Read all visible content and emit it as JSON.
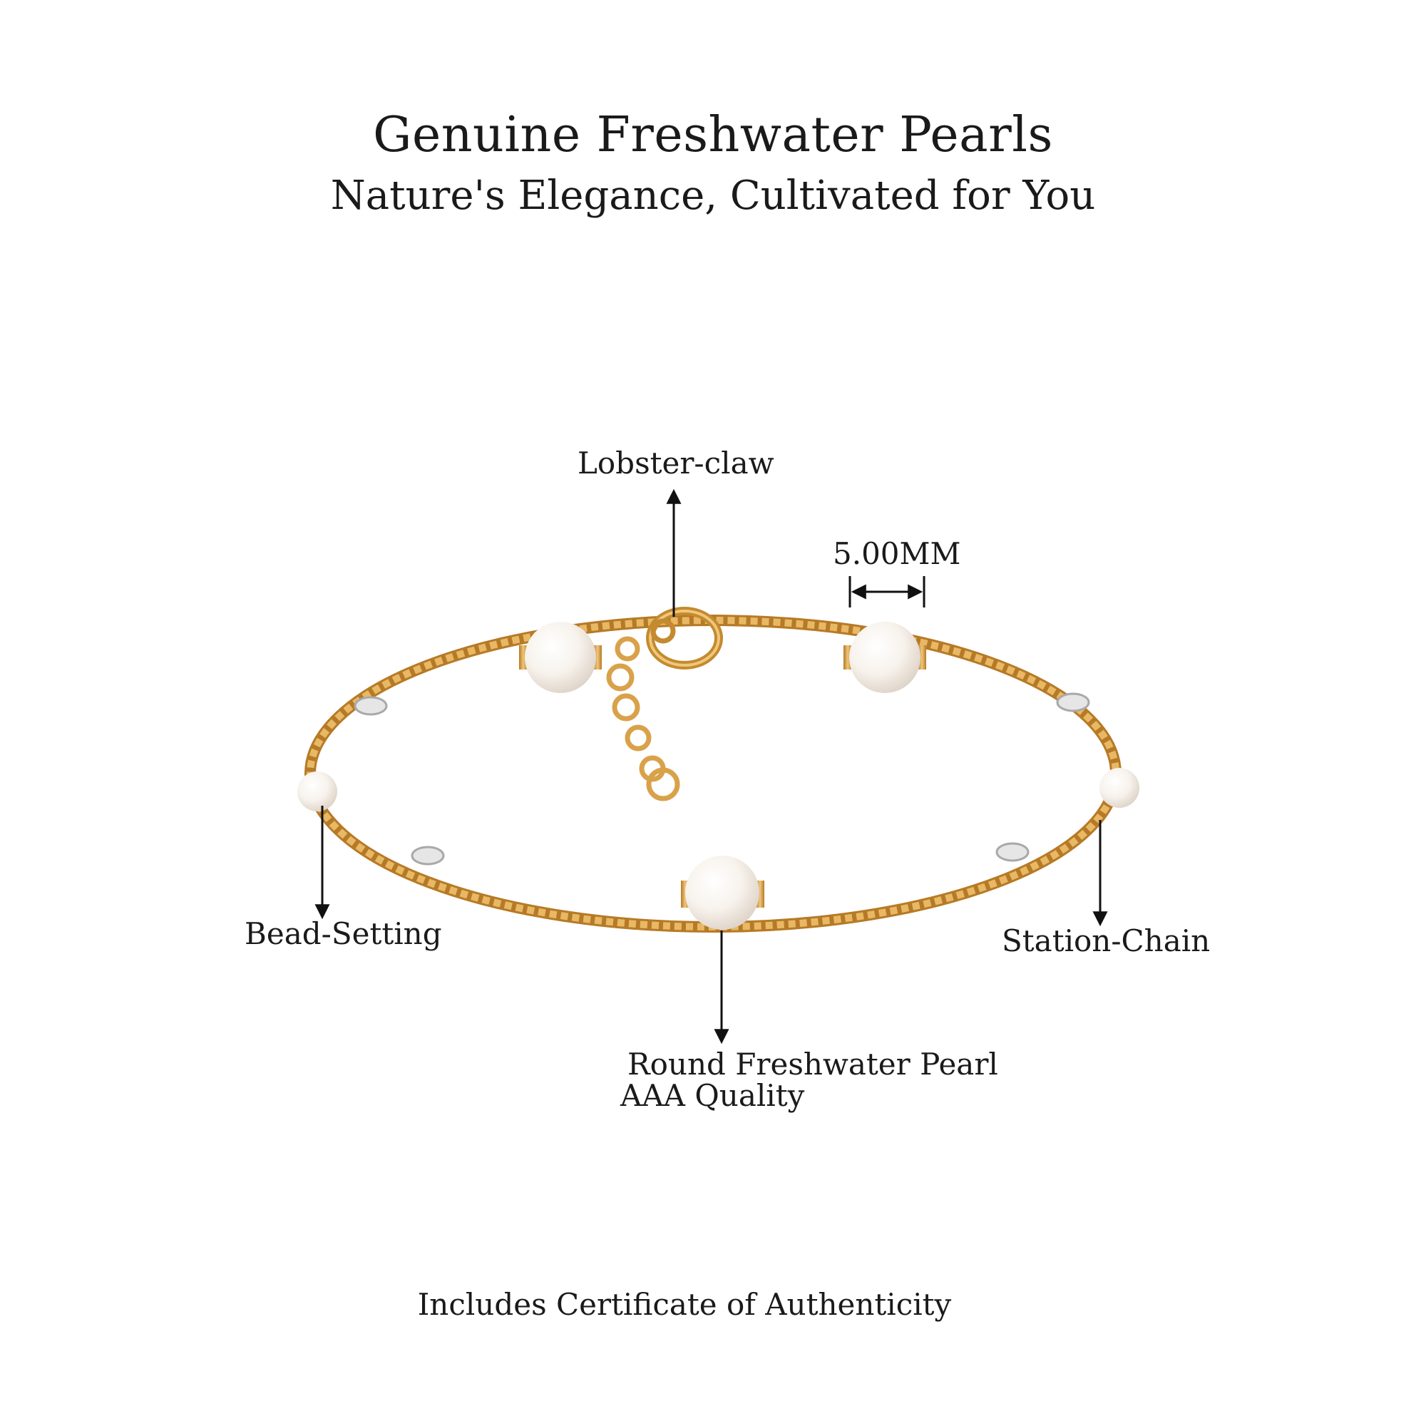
{
  "header": {
    "title": "Genuine Freshwater Pearls",
    "subtitle": "Nature's Elegance, Cultivated for You"
  },
  "annotations": {
    "clasp": "Lobster-claw",
    "pearl_size": "5.00MM",
    "setting": "Bead-Setting",
    "chain": "Station-Chain",
    "pearl_line1": "Round Freshwater Pearl",
    "pearl_line2": "AAA Quality"
  },
  "footer": {
    "note": "Includes Certificate of Authenticity"
  },
  "colors": {
    "gold": "#d9a24a",
    "gold_dark": "#b67a26",
    "pearl": "#f7f2ec",
    "silver": "#d8d8d8"
  }
}
